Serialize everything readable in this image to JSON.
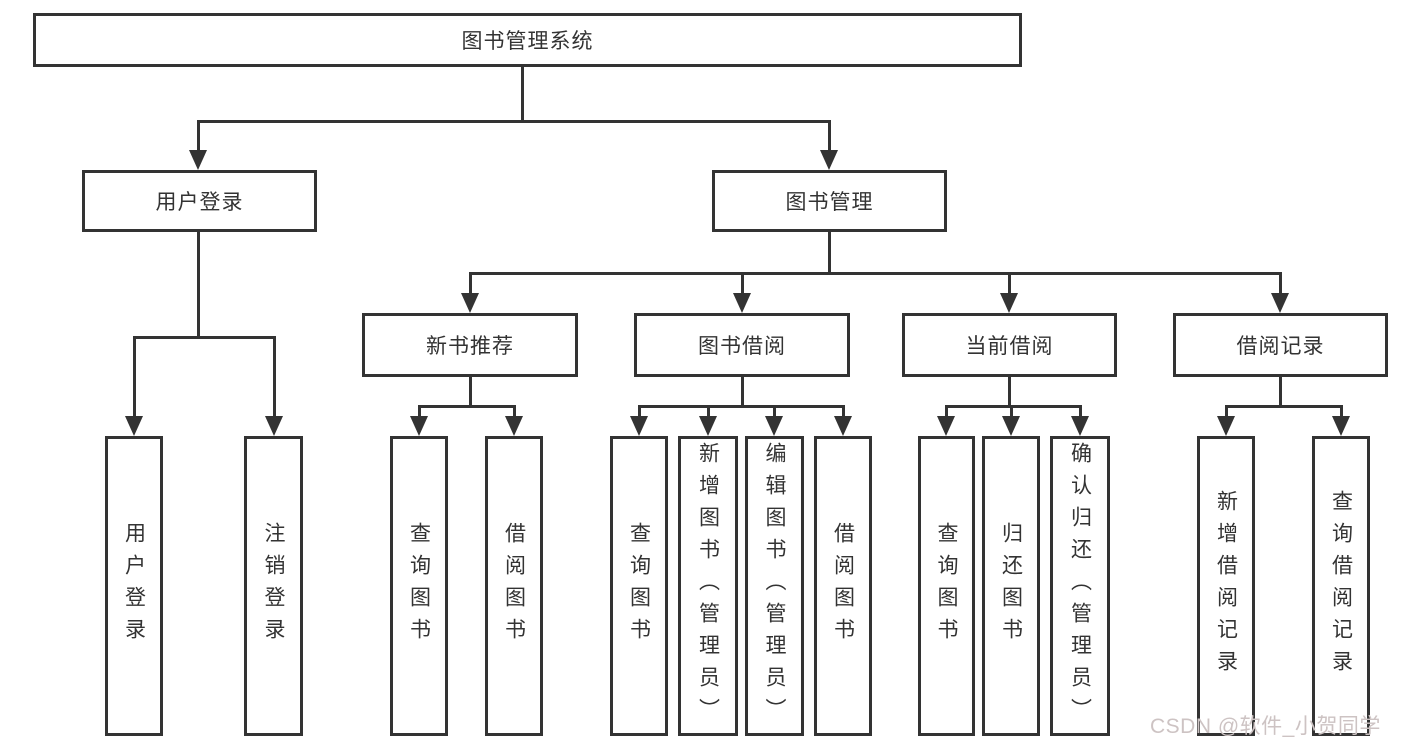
{
  "diagram": {
    "title": "图书管理系统",
    "branches": {
      "user_login": {
        "label": "用户登录"
      },
      "book_management": {
        "label": "图书管理"
      }
    },
    "modules": {
      "new_book_recommend": {
        "label": "新书推荐"
      },
      "book_borrowing": {
        "label": "图书借阅"
      },
      "current_borrowing": {
        "label": "当前借阅"
      },
      "borrowing_records": {
        "label": "借阅记录"
      }
    },
    "leaves": {
      "user_login_1": "用户登录",
      "user_login_2": "注销登录",
      "recommend_1": "查询图书",
      "recommend_2": "借阅图书",
      "borrowing_1": "查询图书",
      "borrowing_2": "新增图书（管理员）",
      "borrowing_3": "编辑图书（管理员）",
      "borrowing_4": "借阅图书",
      "current_1": "查询图书",
      "current_2": "归还图书",
      "current_3": "确认归还（管理员）",
      "records_1": "新增借阅记录",
      "records_2": "查询借阅记录"
    }
  },
  "watermark": "CSDN @软件_小贺同学",
  "colors": {
    "line": "#333333",
    "text": "#333333",
    "box_background": "#ffffff",
    "page_background": "#ffffff",
    "watermark_text": "#cdc3c3"
  }
}
